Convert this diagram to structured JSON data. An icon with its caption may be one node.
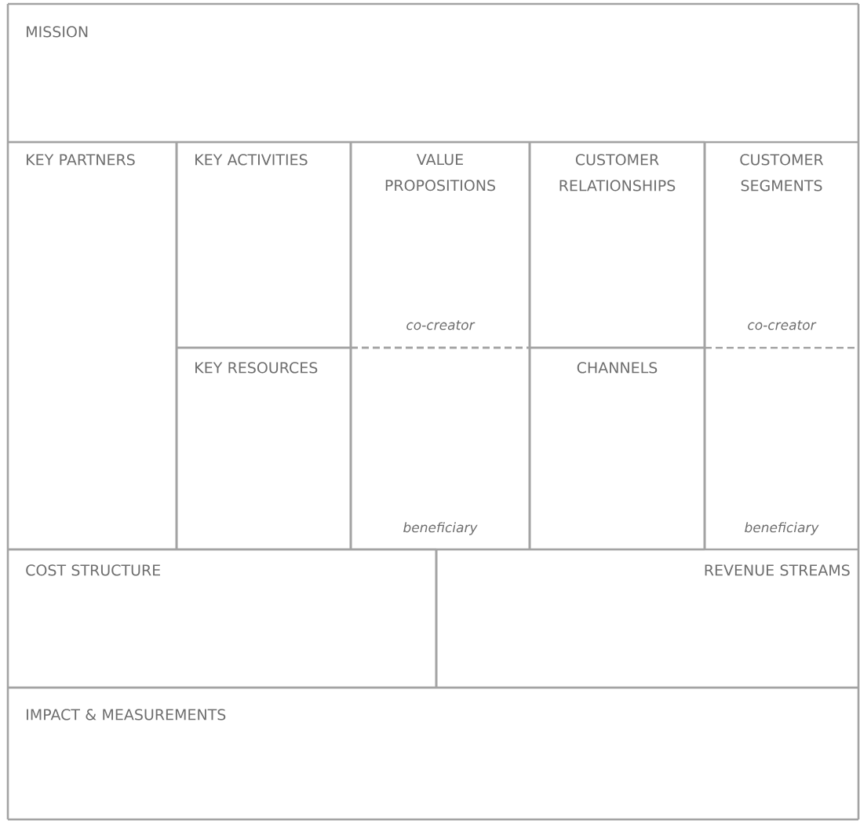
{
  "diagram": {
    "nodes": [
      {
        "text": [
          "MISSION"
        ]
      },
      {
        "text": [
          "KEY PARTNERS"
        ]
      },
      {
        "text": [
          "KEY ACTIVITIES"
        ]
      },
      {
        "text": [
          "KEY RESOURCES"
        ]
      },
      {
        "text": [
          "VALUE PROPOSITIONS",
          "co-creator"
        ]
      },
      {
        "text": [
          "beneficiary"
        ]
      },
      {
        "text": [
          "CUSTOMER RELATIONSHIPS"
        ]
      },
      {
        "text": [
          "CHANNELS"
        ]
      },
      {
        "text": [
          "CUSTOMER SEGMENTS",
          "co-creator"
        ]
      },
      {
        "text": [
          "beneficiary"
        ]
      },
      {
        "text": [
          "COST STRUCTURE"
        ]
      },
      {
        "text": [
          "REVENUE STREAMS"
        ]
      },
      {
        "text": [
          "IMPACT & MEASUREMENTS"
        ]
      }
    ]
  }
}
